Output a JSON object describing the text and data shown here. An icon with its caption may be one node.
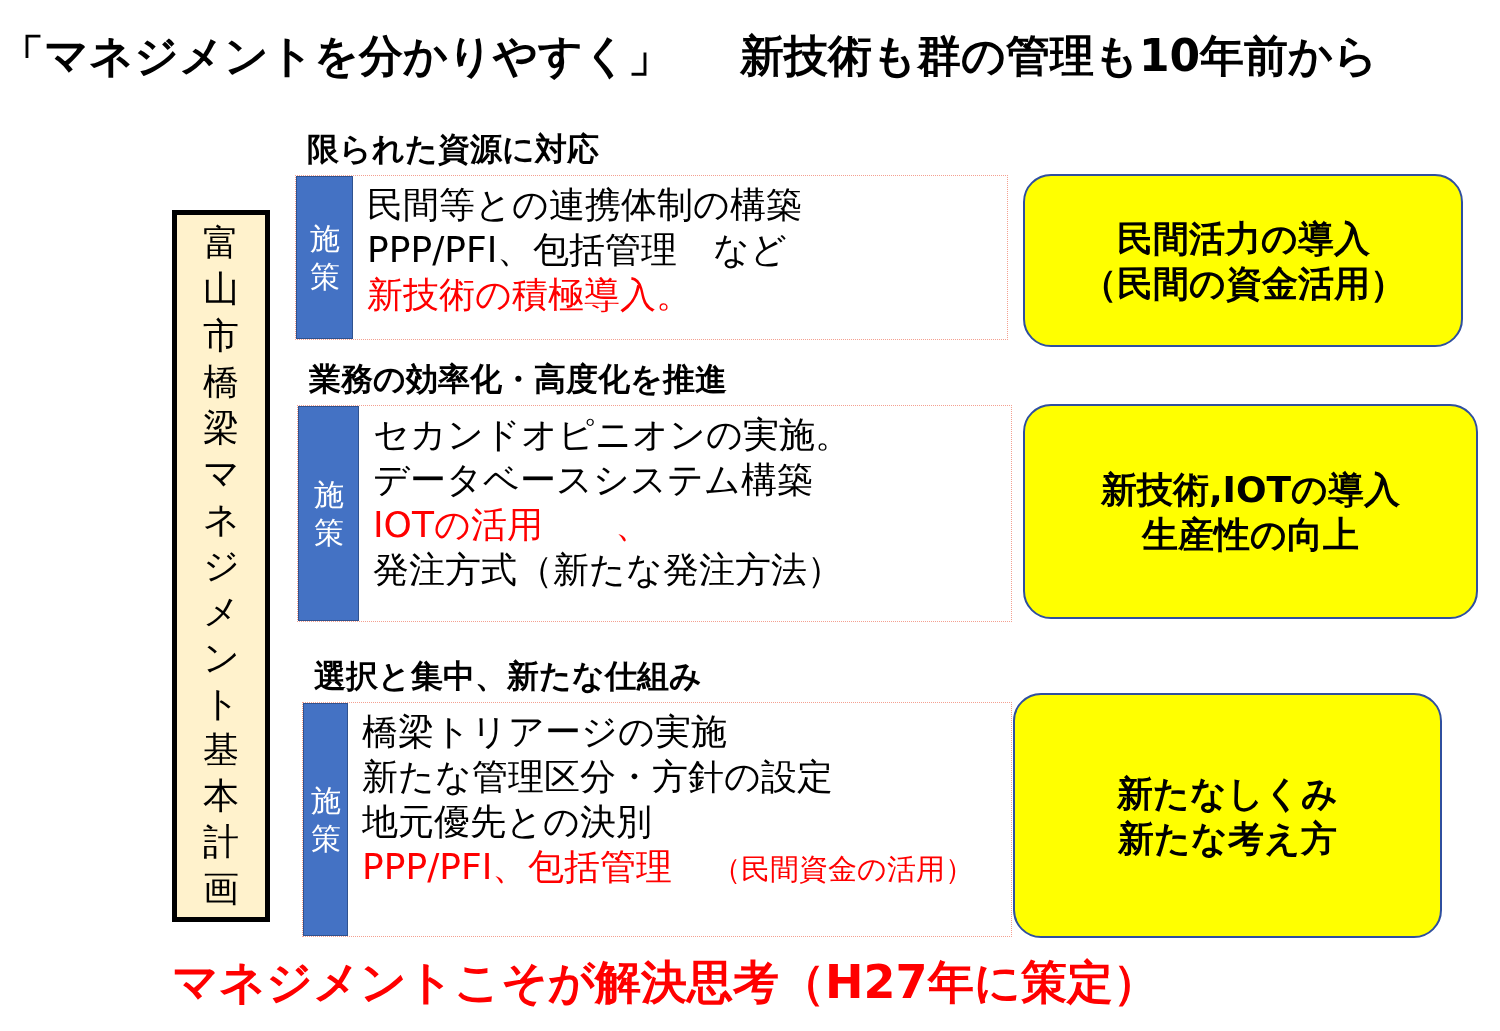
{
  "diagram": {
    "nodes": [
      {
        "text": [
          "富山市橋梁マネジメント基本計画"
        ]
      },
      {
        "text": [
          "限られた資源に対応",
          "民間等との連携体制の構築",
          "PPP/PFI、包括管理　など",
          "新技術の積極導入。"
        ]
      },
      {
        "text": [
          "施策"
        ],
        "in": 1
      },
      {
        "text": [
          "民間活力の導入",
          "（民間の資金活用）"
        ]
      },
      {
        "text": [
          "業務の効率化・高度化を推進",
          "セカンドオピニオンの実施。",
          "データベースシステム構築",
          "IOTの活用　　、",
          "発注方式（新たな発注方法）"
        ]
      },
      {
        "text": [
          "施策"
        ],
        "in": 4
      },
      {
        "text": [
          "新技術,IOTの導入",
          "生産性の向上"
        ]
      },
      {
        "text": [
          "選択と集中、新たな仕組み",
          "橋梁トリアージの実施",
          "新たな管理区分・方針の設定",
          "地元優先との決別",
          "PPP/PFI、包括管理",
          "（民間資金の活用）"
        ]
      },
      {
        "text": [
          "施策"
        ],
        "in": 7
      },
      {
        "text": [
          "新たなしくみ",
          "新たな考え方"
        ]
      }
    ],
    "labels": [
      "「マネジメントを分かりやすく」",
      "新技術も群の管理も10年前から",
      "マネジメントこそが解決思考（H27年に策定）"
    ]
  }
}
